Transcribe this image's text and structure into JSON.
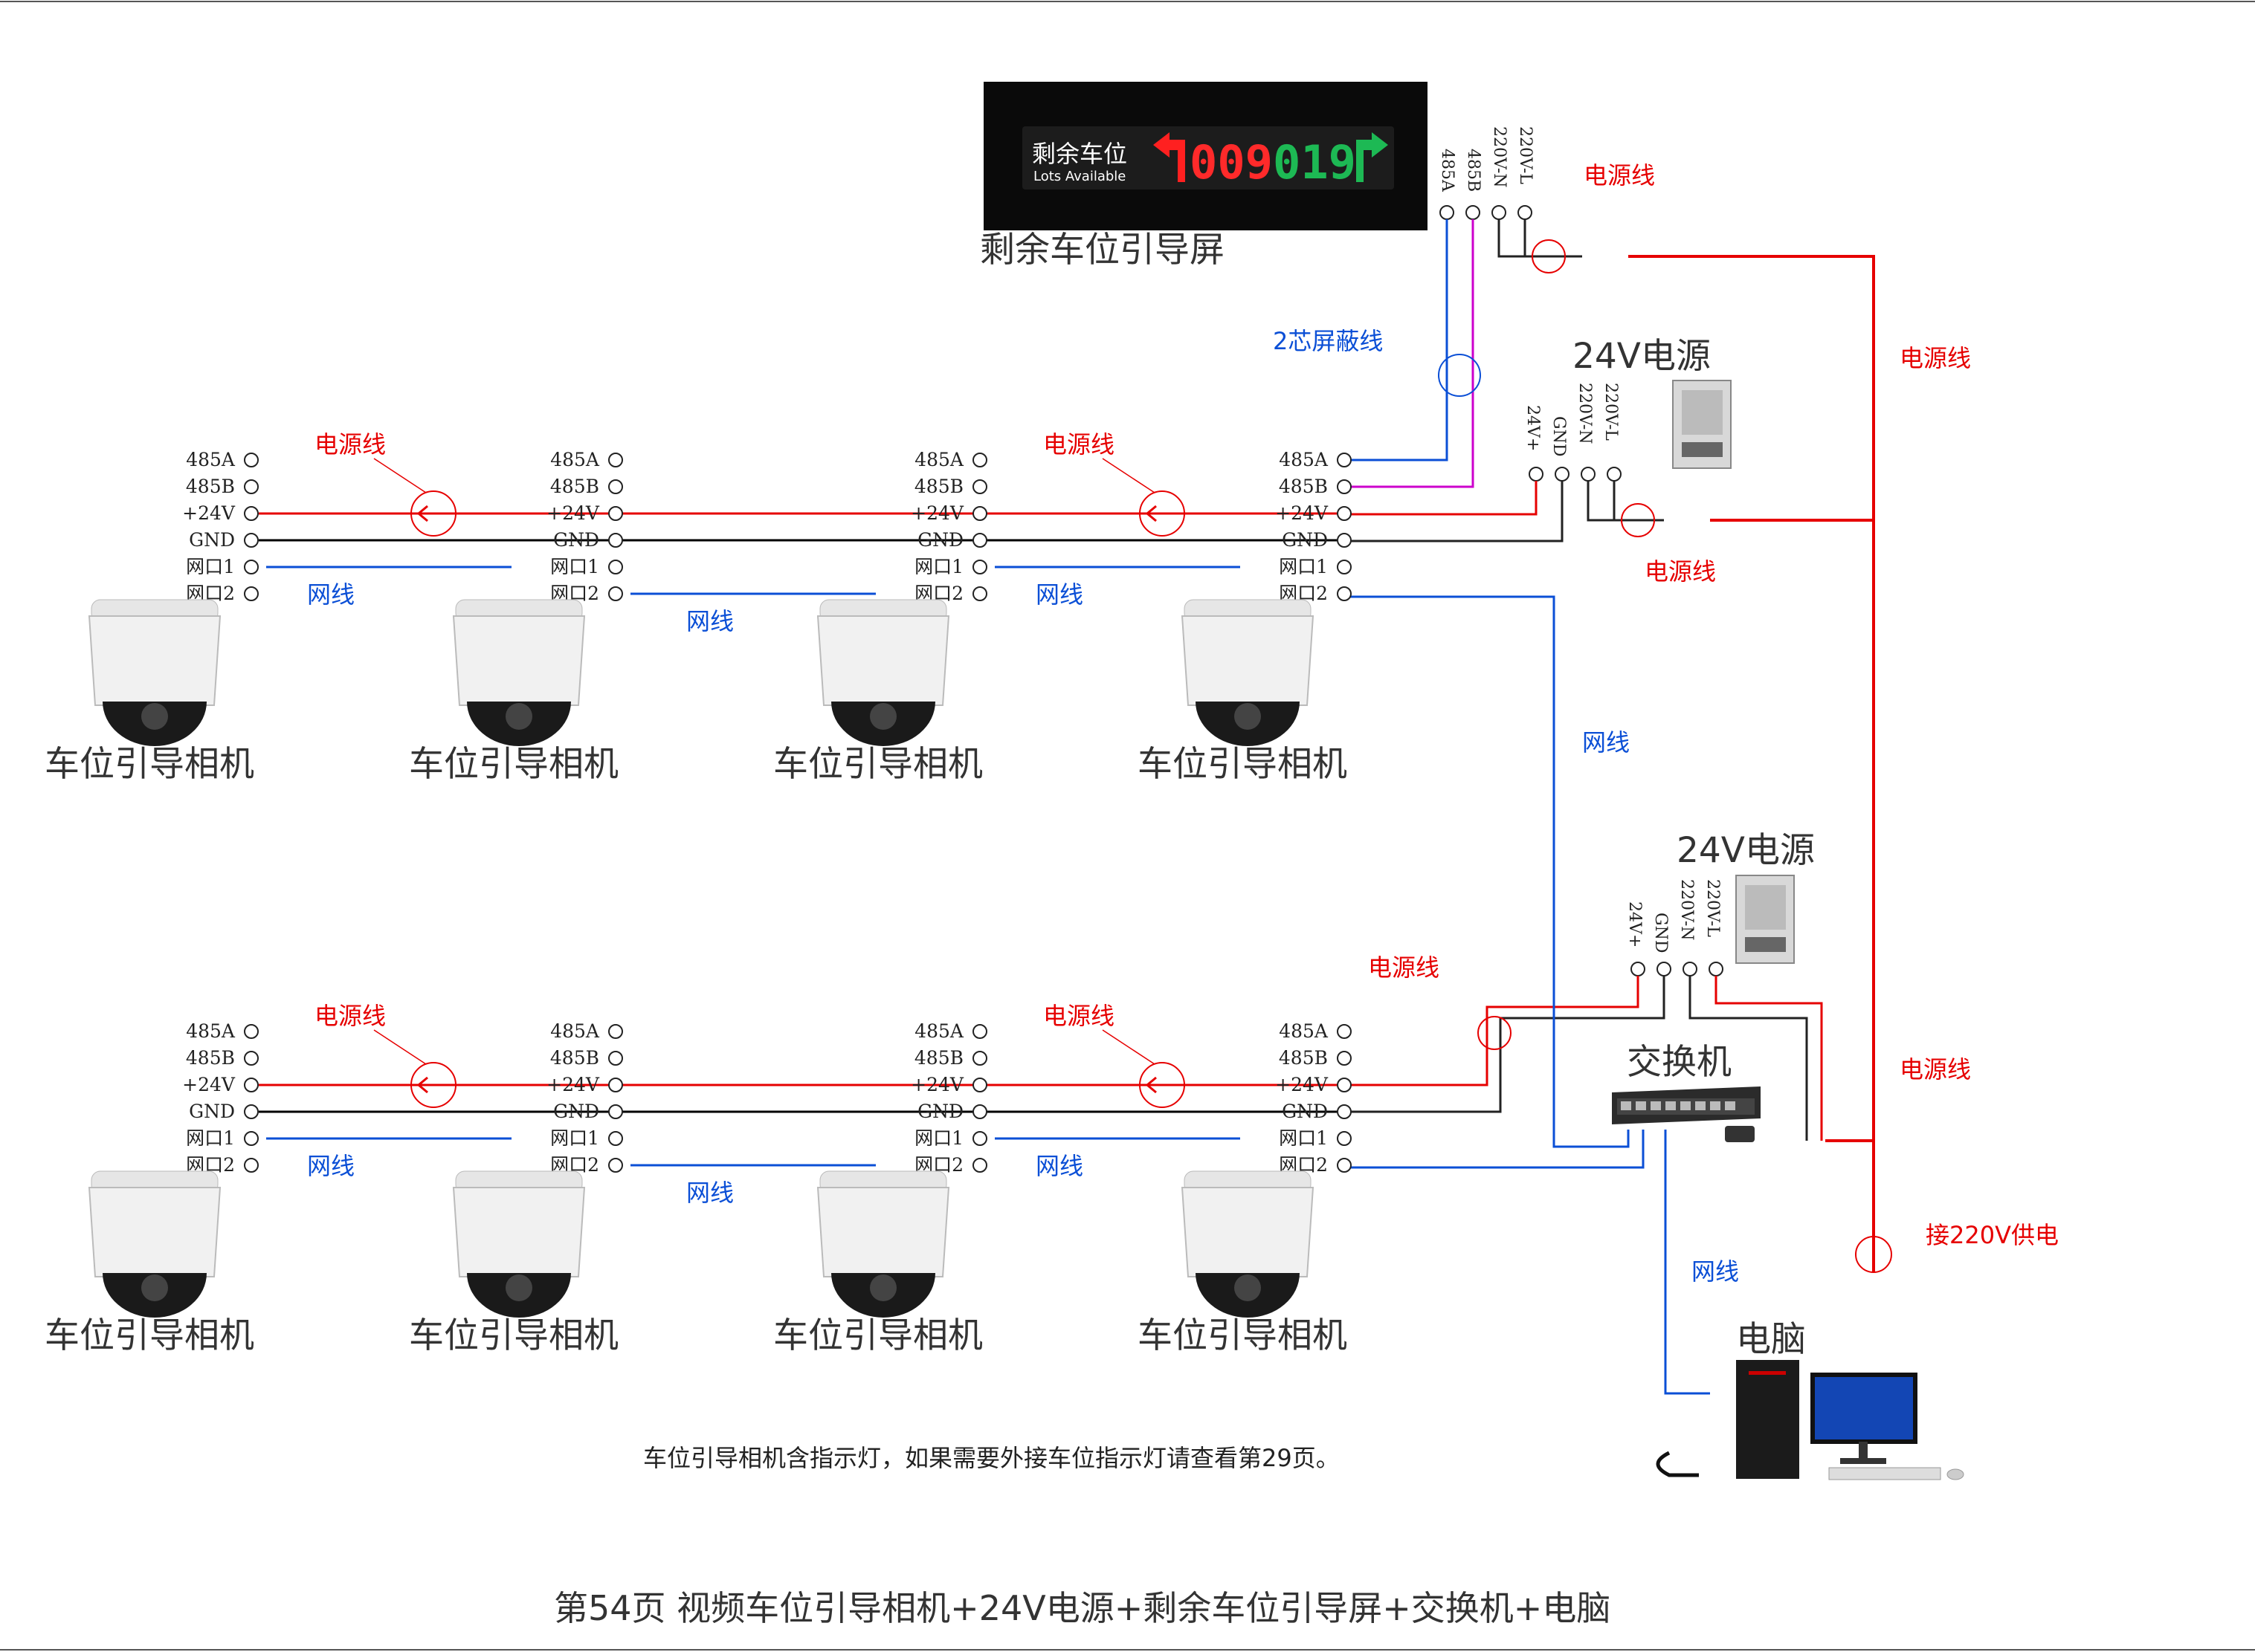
{
  "display": {
    "title": "剩余车位引导屏",
    "panel_cn": "剩余车位",
    "panel_en": "Lots Available",
    "digits_red": "009",
    "digits_green": "019"
  },
  "display_terminals": [
    "485A",
    "485B",
    "220V-N",
    "220V-L"
  ],
  "camera_terminals": [
    "485A",
    "485B",
    "+24V",
    "GND",
    "网口1",
    "网口2"
  ],
  "camera_label": "车位引导相机",
  "psu_title": "24V电源",
  "psu_terminals": [
    "24V+",
    "GND",
    "220V-N",
    "220V-L"
  ],
  "wire_labels": {
    "power": "电源线",
    "network": "网线",
    "shielded": "2芯屏蔽线",
    "mains": "接220V供电"
  },
  "switch_label": "交换机",
  "pc_label": "电脑",
  "note": "车位引导相机含指示灯，如果需要外接车位指示灯请查看第29页。",
  "caption": "第54页  视频车位引导相机+24V电源+剩余车位引导屏+交换机+电脑",
  "colors": {
    "power": "#e60000",
    "network": "#0b4fd6",
    "rs485_b": "#cc00cc",
    "ground": "#000000",
    "display_bg": "#0a0a0a"
  }
}
